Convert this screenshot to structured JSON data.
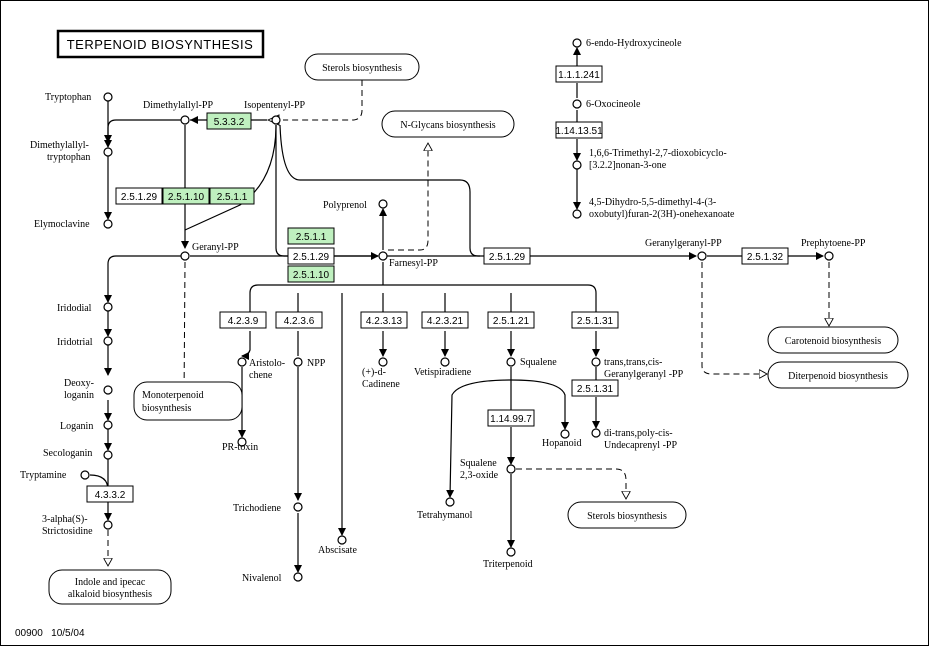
{
  "title": "TERPENOID BIOSYNTHESIS",
  "footer": "00900   10/5/04",
  "maps": {
    "sterols_top": "Sterols biosynthesis",
    "nglycans": "N-Glycans biosynthesis",
    "carotenoid": "Carotenoid biosynthesis",
    "diterpenoid": "Diterpenoid biosynthesis",
    "monoterpenoid": [
      "Monoterpenoid",
      "biosynthesis"
    ],
    "sterols_bottom": "Sterols biosynthesis",
    "indole": [
      "Indole and ipecac",
      "alkaloid biosynthesis"
    ]
  },
  "compounds": {
    "tryptophan": "Tryptophan",
    "dimethylallyl_tryptophan": [
      "Dimethylallyl-",
      "tryptophan"
    ],
    "elymoclavine": "Elymoclavine",
    "dimethylallyl_pp": "Dimethylallyl-PP",
    "isopentenyl_pp": "Isopentenyl-PP",
    "geranyl_pp": "Geranyl-PP",
    "polyprenol": "Polyprenol",
    "farnesyl_pp": "Farnesyl-PP",
    "geranylgeranyl_pp": "Geranylgeranyl-PP",
    "prephytoene_pp": "Prephytoene-PP",
    "endo_hydroxycineole": "6-endo-Hydroxycineole",
    "oxocineole": "6-Oxocineole",
    "trimethyl": [
      "1,6,6-Trimethyl-2,7-dioxobicyclo-",
      "[3.2.2]nonan-3-one"
    ],
    "dihydro": [
      "4,5-Dihydro-5,5-dimethyl-4-(3-",
      "oxobutyl)furan-2(3H)-onehexanoate"
    ],
    "iridodial": "Iridodial",
    "iridotrial": "Iridotrial",
    "deoxyloganin": [
      "Deoxy-",
      "loganin"
    ],
    "loganin": "Loganin",
    "secologanin": "Secologanin",
    "tryptamine": "Tryptamine",
    "strictosidine": [
      "3-alpha(S)-",
      "Strictosidine"
    ],
    "aristolochene": [
      "Aristolo-",
      "chene"
    ],
    "pr_toxin": "PR-toxin",
    "npp": "NPP",
    "trichodiene": "Trichodiene",
    "nivalenol": "Nivalenol",
    "abscisate": "Abscisate",
    "cadinene": [
      "(+)-d-",
      "Cadinene"
    ],
    "vetispiradiene": "Vetispiradiene",
    "squalene": "Squalene",
    "hopanoid": "Hopanoid",
    "squalene_oxide": [
      "Squalene",
      "2,3-oxide"
    ],
    "tetrahymanol": "Tetrahymanol",
    "triterpenoid": "Triterpenoid",
    "ttc_ggpp": [
      "trans,trans,cis-",
      "Geranylgeranyl -PP"
    ],
    "undecaprenyl": [
      "di-trans,poly-cis-",
      "Undecaprenyl -PP"
    ]
  },
  "enzymes": {
    "e5332": "5.3.3.2",
    "e2512_9a": "2.5.1.29",
    "e25110a": "2.5.1.10",
    "e2511a": "2.5.1.1",
    "e2511b": "2.5.1.1",
    "e2512_9b": "2.5.1.29",
    "e25110b": "2.5.1.10",
    "e2512_9c": "2.5.1.29",
    "e25132": "2.5.1.32",
    "e111241": "1.1.1.241",
    "e1141351": "1.14.13.51",
    "e4239": "4.2.3.9",
    "e4236": "4.2.3.6",
    "e42313": "4.2.3.13",
    "e42321": "4.2.3.21",
    "e25121": "2.5.1.21",
    "e25131a": "2.5.1.31",
    "e25131b": "2.5.1.31",
    "e1149977": "1.14.99.7",
    "e4332": "4.3.3.2"
  },
  "colors": {
    "highlight": "#bff0bf",
    "line": "#000000"
  }
}
